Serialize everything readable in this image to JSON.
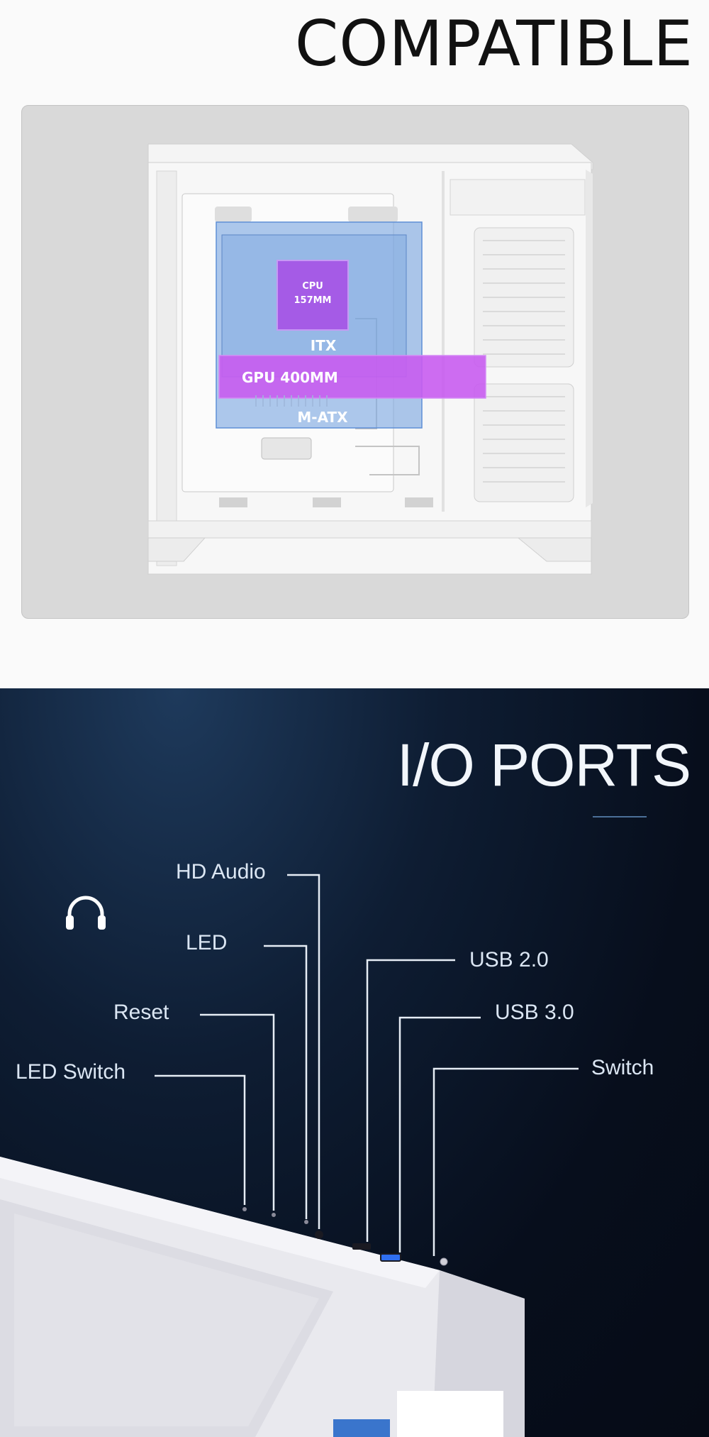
{
  "compatible": {
    "title": "COMPATIBLE",
    "labels": {
      "cpu_line1": "CPU",
      "cpu_line2": "157MM",
      "itx": "ITX",
      "gpu": "GPU 400MM",
      "matx": "M-ATX"
    },
    "colors": {
      "board": "#7aa6e0",
      "cpu": "#a55be6",
      "gpu": "#c85cf0"
    }
  },
  "io_ports": {
    "title": "I/O PORTS",
    "icon": "headphones-icon",
    "left_labels": {
      "hd_audio": "HD Audio",
      "led": "LED",
      "reset": "Reset",
      "led_switch": "LED Switch"
    },
    "right_labels": {
      "usb2": "USB 2.0",
      "usb3": "USB 3.0",
      "switch": "Switch"
    },
    "colors": {
      "usb3_port": "#2f6ff0",
      "line": "#e6edf5"
    }
  }
}
